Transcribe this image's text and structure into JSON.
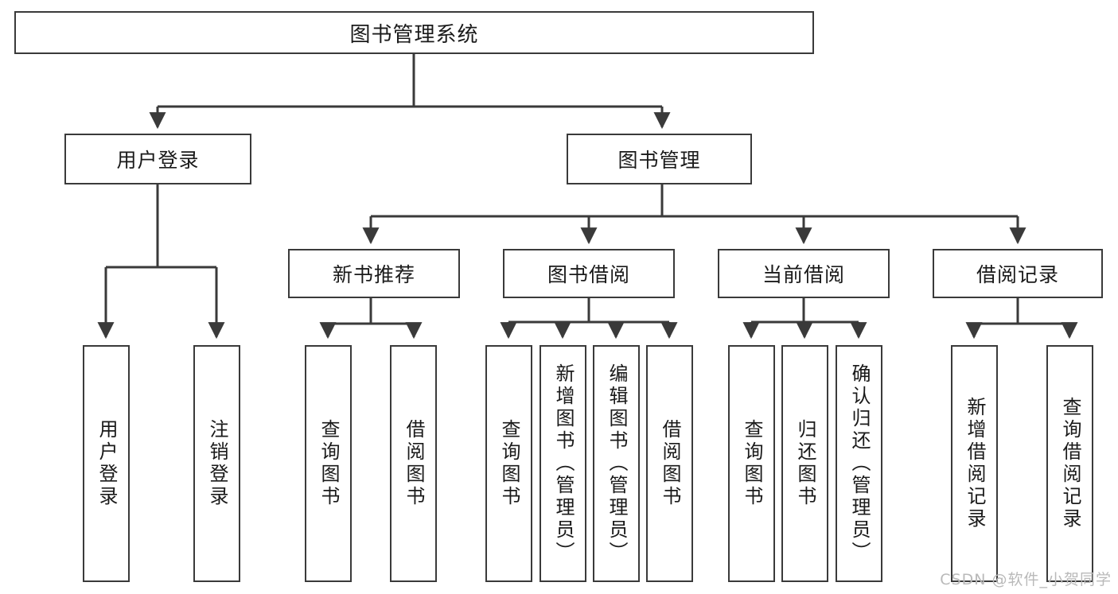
{
  "diagram": {
    "type": "tree-hierarchy-chart",
    "title": "图书管理系统",
    "watermark": "CSDN @软件_小贺同学",
    "colors": {
      "stroke": "#3a3a3a",
      "fill": "#ffffff",
      "text": "#1a1a1a",
      "watermark": "#b9b9b9"
    },
    "nodes": {
      "root": {
        "label": "图书管理系统"
      },
      "level2": [
        {
          "label": "用户登录"
        },
        {
          "label": "图书管理"
        }
      ],
      "level3": [
        {
          "label": "新书推荐"
        },
        {
          "label": "图书借阅"
        },
        {
          "label": "当前借阅"
        },
        {
          "label": "借阅记录"
        }
      ],
      "leaves": {
        "user_login": [
          {
            "label": "用户登录"
          },
          {
            "label": "注销登录"
          }
        ],
        "new_book_recommend": [
          {
            "label": "查询图书"
          },
          {
            "label": "借阅图书"
          }
        ],
        "book_borrow": [
          {
            "label": "查询图书"
          },
          {
            "label": "新增图书（管理员）"
          },
          {
            "label": "编辑图书（管理员）"
          },
          {
            "label": "借阅图书"
          }
        ],
        "current_borrow": [
          {
            "label": "查询图书"
          },
          {
            "label": "归还图书"
          },
          {
            "label": "确认归还（管理员）"
          }
        ],
        "borrow_record": [
          {
            "label": "新增借阅记录"
          },
          {
            "label": "查询借阅记录"
          }
        ]
      }
    }
  }
}
